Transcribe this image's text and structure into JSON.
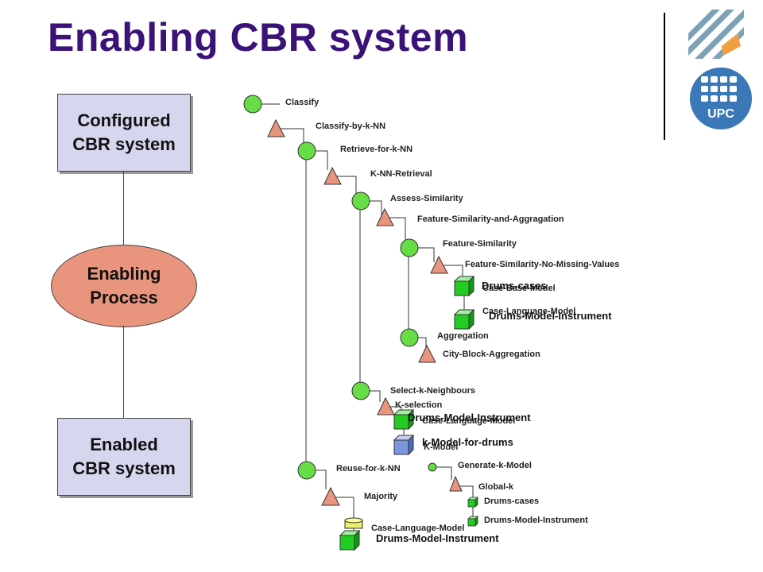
{
  "title": "Enabling CBR system",
  "left_boxes": {
    "configured": "Configured\nCBR system",
    "process": "Enabling\nProcess",
    "enabled": "Enabled\nCBR system"
  },
  "nodes": {
    "classify": "Classify",
    "classify_by_knn": "Classify-by-k-NN",
    "retrieve_for_knn": "Retrieve-for-k-NN",
    "knn_retrieval": "K-NN-Retrieval",
    "assess_similarity": "Assess-Similarity",
    "feature_similarity_and_aggragation": "Feature-Similarity-and-Aggragation",
    "feature_similarity": "Feature-Similarity",
    "feature_similarity_no_missing": "Feature-Similarity-No-Missing-Values",
    "case_base_model": "Case-Base-Model",
    "drums_cases_big": "Drums-cases",
    "case_language_model_1": "Case-Language-Model",
    "drums_model_instrument_big_1": "Drums-Model-Instrument",
    "aggregation": "Aggregation",
    "city_block_aggregation": "City-Block-Aggregation",
    "select_k_neighbours": "Select-k-Neighbours",
    "k_selection": "K-selection",
    "case_language_model_2": "Case-Language-Model",
    "drums_model_instrument_big_2": "Drums-Model-Instrument",
    "k_model": "K-Model",
    "k_model_for_drums": "k-Model-for-drums",
    "generate_k_model": "Generate-k-Model",
    "global_k": "Global-k",
    "drums_cases_small": "Drums-cases",
    "drums_model_instrument_small": "Drums-Model-Instrument",
    "reuse_for_knn": "Reuse-for-k-NN",
    "majority": "Majority",
    "case_language_model_3": "Case-Language-Model",
    "drums_model_instrument_big_3": "Drums-Model-Instrument"
  },
  "colors": {
    "title": "#3b1278",
    "task_circle": "#66dd44",
    "method_triangle": "#e9947c",
    "model_cube": "#22cc22",
    "k_model_cube": "#7b96e0",
    "box_fill": "#d6d6ef",
    "process_fill": "#e9947c"
  },
  "icons": {
    "task": "green-circle",
    "method": "salmon-triangle",
    "model": "green-cube",
    "k_model": "blue-cube",
    "case_base": "yellow-cylinder"
  }
}
